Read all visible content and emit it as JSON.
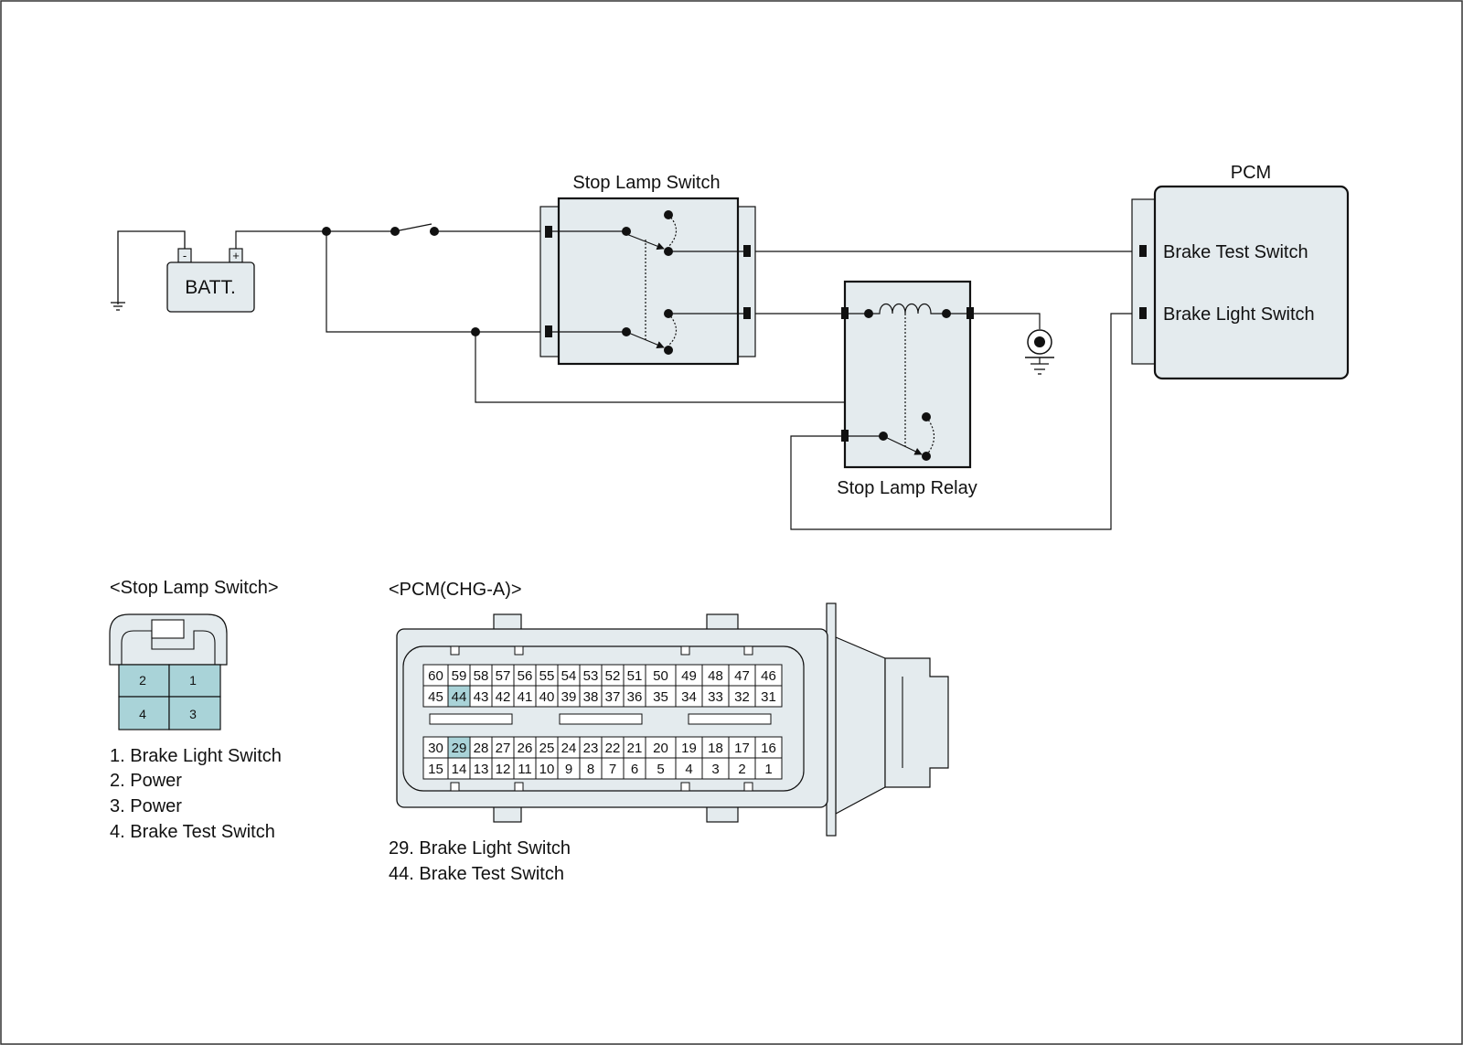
{
  "diagram": {
    "battery": {
      "label": "BATT.",
      "neg_symbol": "-",
      "pos_symbol": "+"
    },
    "stop_lamp_switch": {
      "title": "Stop Lamp Switch"
    },
    "stop_lamp_relay": {
      "title": "Stop Lamp Relay"
    },
    "pcm": {
      "title": "PCM",
      "inputs": [
        "Brake Test Switch",
        "Brake Light Switch"
      ]
    }
  },
  "connectors": {
    "stop_lamp_switch": {
      "heading": "<Stop Lamp Switch>",
      "pins_top": [
        "2",
        "1"
      ],
      "pins_bottom": [
        "4",
        "3"
      ],
      "highlight_color": "#a9d3d8",
      "legend": [
        "1. Brake Light Switch",
        "2. Power",
        "3. Power",
        "4. Brake Test Switch"
      ]
    },
    "pcm": {
      "heading": "<PCM(CHG-A)>",
      "rows": [
        [
          "60",
          "59",
          "58",
          "57",
          "56",
          "55",
          "54",
          "53",
          "52",
          "51",
          "50",
          "49",
          "48",
          "47",
          "46"
        ],
        [
          "45",
          "44",
          "43",
          "42",
          "41",
          "40",
          "39",
          "38",
          "37",
          "36",
          "35",
          "34",
          "33",
          "32",
          "31"
        ],
        [
          "30",
          "29",
          "28",
          "27",
          "26",
          "25",
          "24",
          "23",
          "22",
          "21",
          "20",
          "19",
          "18",
          "17",
          "16"
        ],
        [
          "15",
          "14",
          "13",
          "12",
          "11",
          "10",
          "9",
          "8",
          "7",
          "6",
          "5",
          "4",
          "3",
          "2",
          "1"
        ]
      ],
      "highlighted_pins": [
        "44",
        "29"
      ],
      "legend": [
        "29. Brake Light Switch",
        "44. Brake Test Switch"
      ]
    }
  },
  "colors": {
    "component_fill": "#e4ebee",
    "line": "#111111",
    "pin_highlight": "#a9d3d8"
  }
}
